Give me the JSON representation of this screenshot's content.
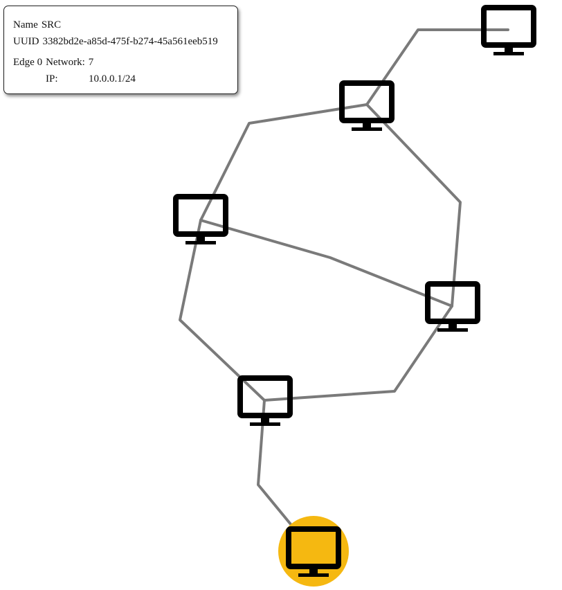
{
  "info_panel": {
    "name_label": "Name",
    "name_value": "SRC",
    "uuid_label": "UUID",
    "uuid_value": "3382bd2e-a85d-475f-b274-45a561eeb519",
    "edge_label": "Edge 0",
    "network_label": "Network:",
    "network_value": "7",
    "ip_label": "IP:",
    "ip_value": "10.0.0.1/24"
  },
  "colors": {
    "edge": "#7a7a7a",
    "node_icon": "#000000",
    "selected_highlight": "#f5b811"
  },
  "graph": {
    "nodes": [
      {
        "id": "n-top-right",
        "icon": "monitor-icon",
        "selected": false
      },
      {
        "id": "n-upper-mid",
        "icon": "monitor-icon",
        "selected": false
      },
      {
        "id": "n-left",
        "icon": "monitor-icon",
        "selected": false
      },
      {
        "id": "n-right",
        "icon": "monitor-icon",
        "selected": false
      },
      {
        "id": "n-lower-mid",
        "icon": "monitor-icon",
        "selected": false
      },
      {
        "id": "n-src",
        "icon": "monitor-icon",
        "selected": true
      }
    ],
    "edges": [
      {
        "from": "n-upper-mid",
        "to": "n-top-right"
      },
      {
        "from": "n-upper-mid",
        "to": "n-left"
      },
      {
        "from": "n-upper-mid",
        "to": "n-right"
      },
      {
        "from": "n-left",
        "to": "n-right"
      },
      {
        "from": "n-left",
        "to": "n-lower-mid"
      },
      {
        "from": "n-right",
        "to": "n-lower-mid"
      },
      {
        "from": "n-lower-mid",
        "to": "n-src"
      }
    ]
  }
}
